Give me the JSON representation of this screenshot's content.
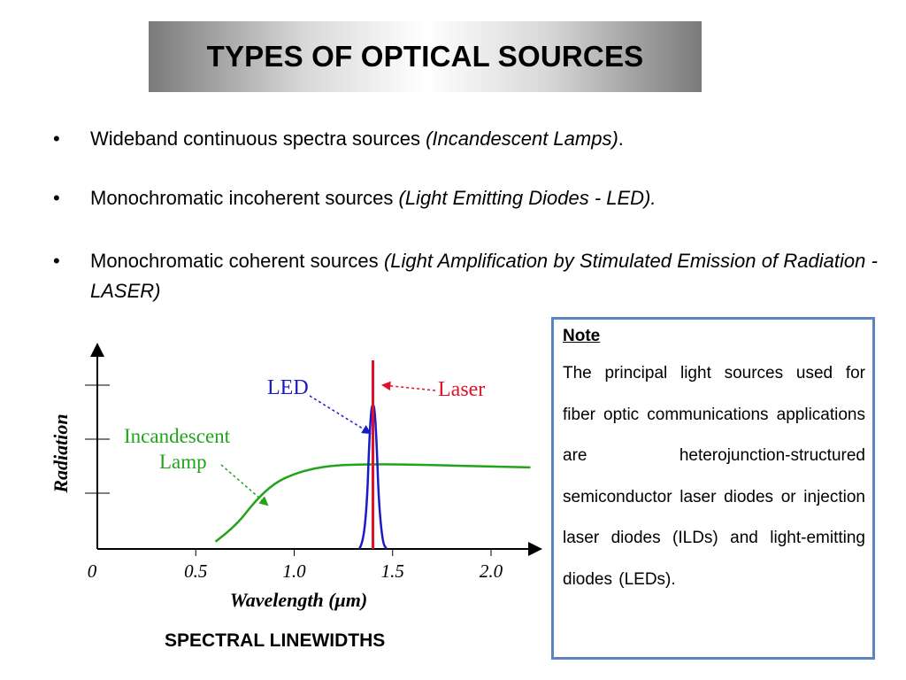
{
  "title": "TYPES OF OPTICAL SOURCES",
  "bullets": [
    {
      "text": "Wideband continuous spectra sources ",
      "italic": "(Incandescent Lamps)",
      "tail": "."
    },
    {
      "text": "Monochromatic incoherent sources ",
      "italic": "(Light Emitting Diodes - LED).",
      "tail": ""
    },
    {
      "text": "Monochromatic coherent sources ",
      "italic": "(Light Amplification by Stimulated Emission of Radiation - LASER)",
      "tail": ""
    }
  ],
  "note": {
    "title": "Note",
    "body": "The principal light sources used for fiber optic communications applications are heterojunction-structured semiconductor laser diodes or injection laser diodes (ILDs) and light-emitting diodes (LEDs)."
  },
  "chart_data": {
    "type": "line",
    "xlabel": "Wavelength (μm)",
    "ylabel": "Radiation",
    "xlim": [
      0,
      2.2
    ],
    "ylim": [
      0,
      1.0
    ],
    "x_ticks": [
      "0",
      "0.5",
      "1.0",
      "1.5",
      "2.0"
    ],
    "series": [
      {
        "name": "Incandescent Lamp",
        "color": "#22a31a",
        "x": [
          0.6,
          0.7,
          0.8,
          0.9,
          1.0,
          1.1,
          1.2,
          1.3,
          1.4,
          1.5,
          1.6,
          1.7,
          1.8,
          1.9,
          2.0,
          2.1,
          2.2
        ],
        "y": [
          0.04,
          0.12,
          0.26,
          0.36,
          0.41,
          0.44,
          0.455,
          0.46,
          0.462,
          0.462,
          0.46,
          0.458,
          0.455,
          0.452,
          0.45,
          0.447,
          0.445
        ]
      },
      {
        "name": "LED",
        "color": "#1a1ac8",
        "x": [
          1.33,
          1.35,
          1.37,
          1.38,
          1.39,
          1.4,
          1.41,
          1.42,
          1.43,
          1.45,
          1.47
        ],
        "y": [
          0.0,
          0.03,
          0.25,
          0.55,
          0.75,
          0.8,
          0.75,
          0.55,
          0.25,
          0.03,
          0.0
        ]
      },
      {
        "name": "Laser",
        "color": "#e0122a",
        "x": [
          1.4,
          1.4
        ],
        "y": [
          0.0,
          1.0
        ]
      }
    ]
  },
  "caption": "SPECTRAL LINEWIDTHS"
}
